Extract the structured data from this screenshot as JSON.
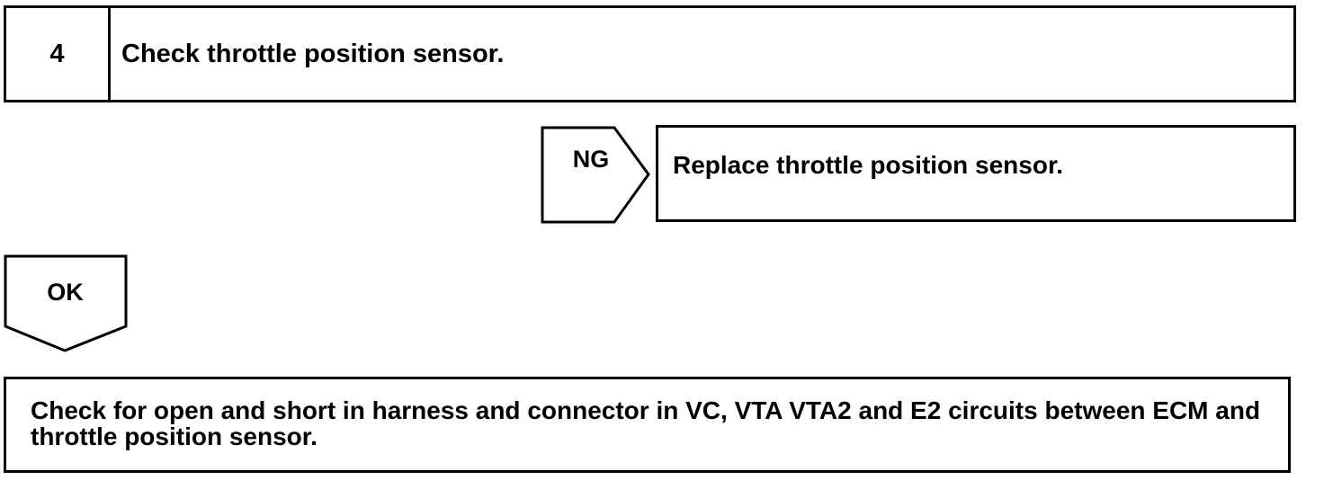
{
  "step": {
    "number": "4",
    "title": "Check throttle position sensor."
  },
  "ng_branch": {
    "label": "NG",
    "action": "Replace throttle position sensor."
  },
  "ok_branch": {
    "label": "OK"
  },
  "next_step": {
    "text": "Check for open and short in harness and connector in VC, VTA VTA2 and E2 circuits between ECM and throttle position sensor."
  }
}
